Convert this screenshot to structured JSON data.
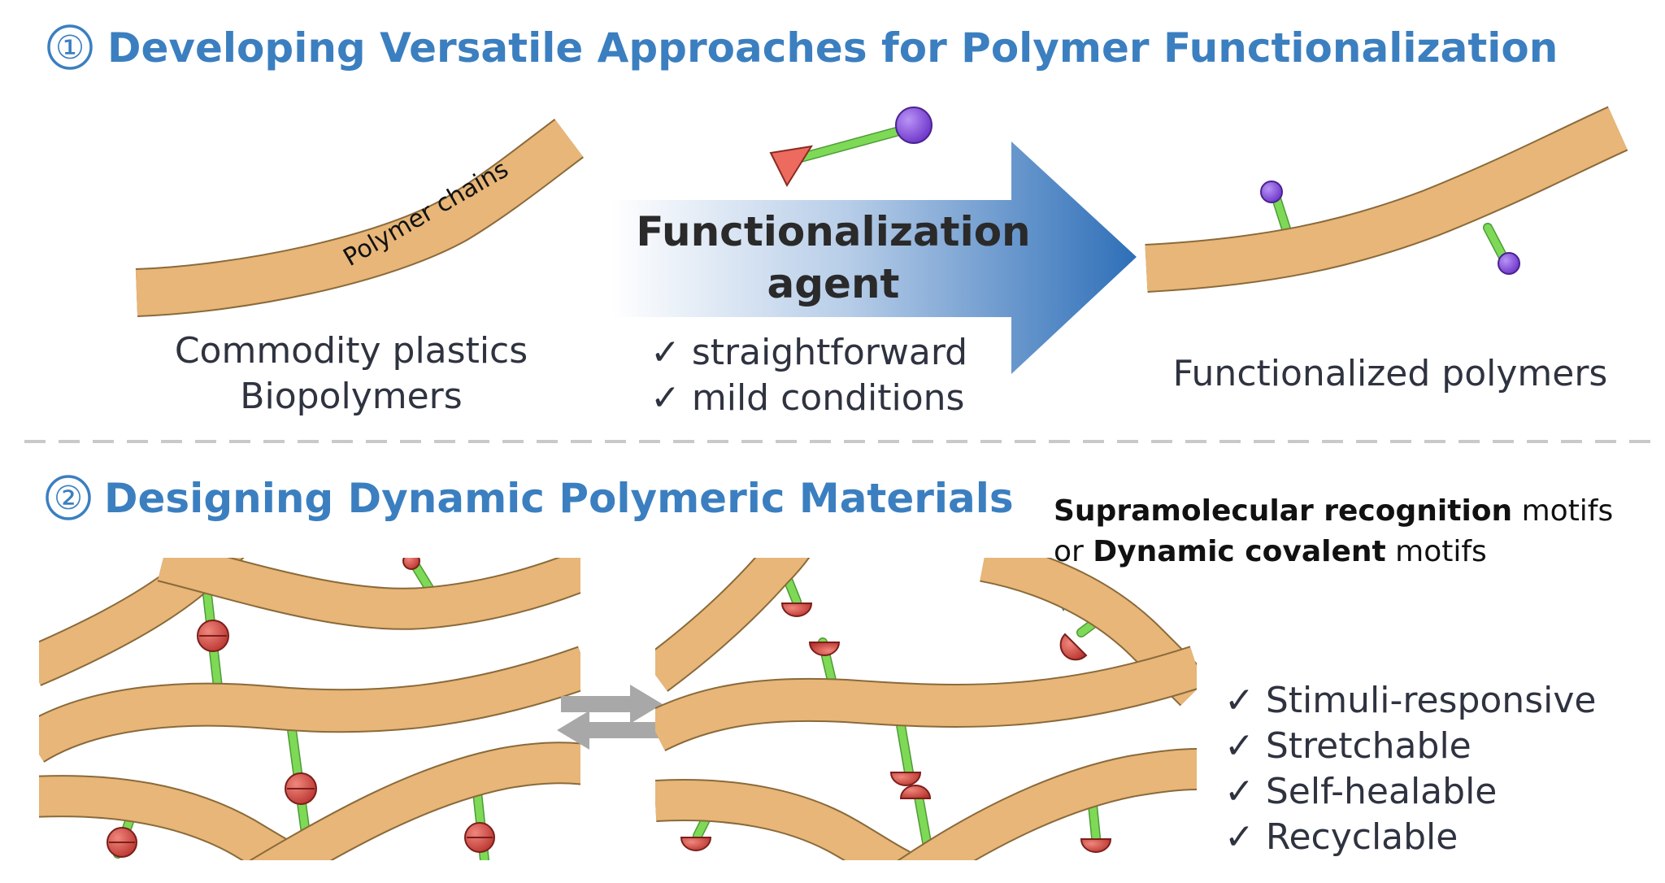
{
  "section1": {
    "number": "①",
    "title": "Developing Versatile Approaches for Polymer Functionalization",
    "chain_label": "Polymer chains",
    "source_lines": [
      "Commodity plastics",
      "Biopolymers"
    ],
    "agent_lines": [
      "Functionalization",
      "agent"
    ],
    "conditions": [
      "✓ straightforward",
      "✓ mild conditions"
    ],
    "product_label": "Functionalized polymers"
  },
  "section2": {
    "number": "②",
    "title": "Designing Dynamic Polymeric Materials",
    "motif_line1_bold": "Supramolecular recognition",
    "motif_line1_rest": " motifs",
    "motif_line2_pre": "or ",
    "motif_line2_bold": "Dynamic covalent",
    "motif_line2_rest": " motifs",
    "properties": [
      "✓ Stimuli-responsive",
      "✓ Stretchable",
      "✓ Self-healable",
      "✓ Recyclable"
    ]
  },
  "colors": {
    "heading_blue": "#3b7fc0",
    "fiber_tan": "#e7b678",
    "linker_green": "#7ed957",
    "purple_ball": "#8a4fd8",
    "red_motif": "#d9413c",
    "arrow_blue": "#3a78bf",
    "equilibrium_gray": "#a8a8a8"
  }
}
